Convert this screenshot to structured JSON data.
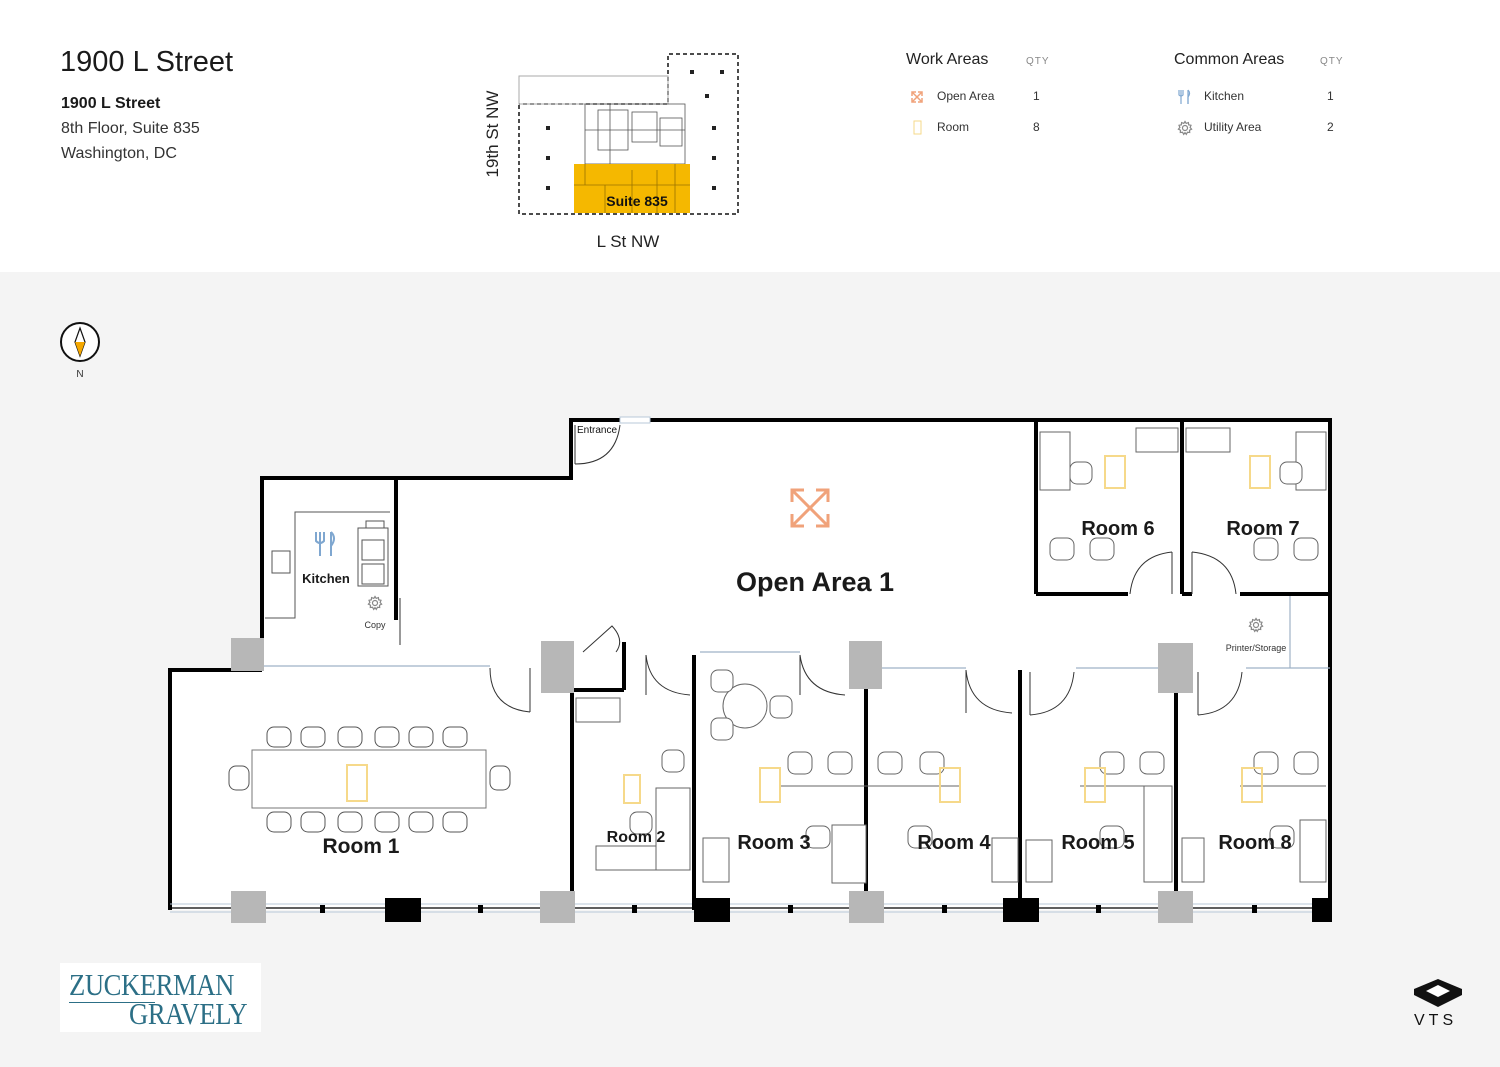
{
  "header": {
    "title": "1900 L Street",
    "address_line1": "1900 L Street",
    "address_line2": "8th Floor, Suite 835",
    "address_line3": "Washington, DC"
  },
  "keyplan": {
    "suite_label": "Suite 835",
    "street_side": "19th St NW",
    "street_bottom": "L St NW"
  },
  "legend": {
    "work_areas": {
      "heading": "Work Areas",
      "qty_label": "QTY",
      "items": [
        {
          "icon": "open-area-icon",
          "label": "Open Area",
          "qty": "1"
        },
        {
          "icon": "room-door-icon",
          "label": "Room",
          "qty": "8"
        }
      ]
    },
    "common_areas": {
      "heading": "Common Areas",
      "qty_label": "QTY",
      "items": [
        {
          "icon": "kitchen-utensils-icon",
          "label": "Kitchen",
          "qty": "1"
        },
        {
          "icon": "gear-icon",
          "label": "Utility Area",
          "qty": "2"
        }
      ]
    }
  },
  "compass": {
    "label": "N"
  },
  "floorplan": {
    "entrance": "Entrance",
    "open_area": "Open Area 1",
    "kitchen": "Kitchen",
    "copy": "Copy",
    "printer_storage": "Printer/Storage",
    "rooms": [
      "Room 1",
      "Room 2",
      "Room 3",
      "Room 4",
      "Room 5",
      "Room 6",
      "Room 7",
      "Room 8"
    ]
  },
  "colors": {
    "suite_highlight": "#f5b800",
    "open_area_icon": "#f0a27a",
    "room_icon": "#f6d98a",
    "common_icon": "#7fa7d0",
    "wall": "#000000",
    "column": "#b7b7b7",
    "logo": "#2c6f86"
  },
  "branding": {
    "logo_line1": "ZUCKERMAN",
    "logo_line2": "GRAVELY",
    "vts": "VTS"
  }
}
